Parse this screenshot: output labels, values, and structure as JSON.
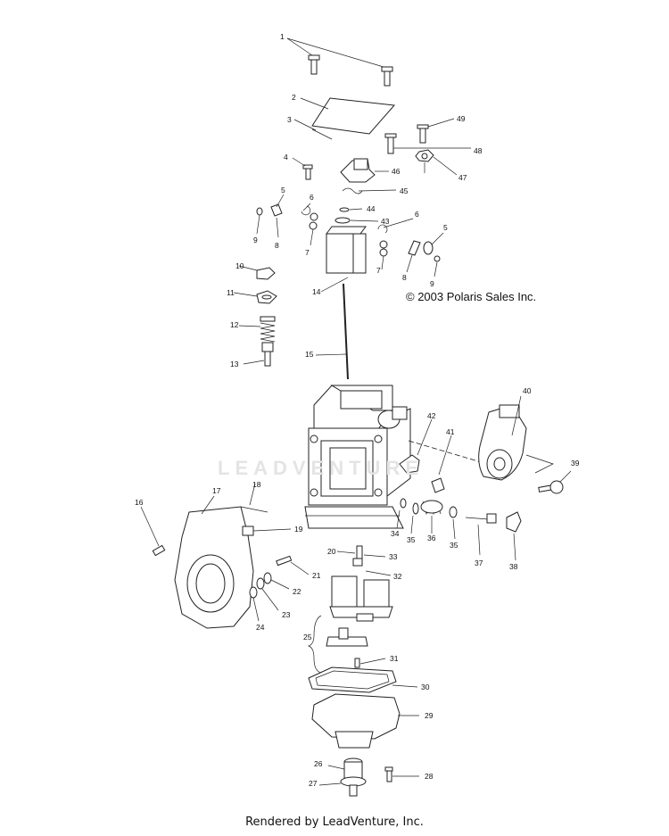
{
  "diagram": {
    "copyright": "© 2003 Polaris Sales Inc.",
    "watermark": "LEADVENTURE",
    "footer": "Rendered by LeadVenture, Inc.",
    "callouts": [
      "1",
      "2",
      "3",
      "4",
      "5",
      "6",
      "7",
      "8",
      "9",
      "10",
      "11",
      "12",
      "13",
      "14",
      "15",
      "16",
      "17",
      "18",
      "19",
      "20",
      "21",
      "22",
      "23",
      "24",
      "25",
      "26",
      "27",
      "28",
      "29",
      "30",
      "31",
      "32",
      "33",
      "34",
      "35",
      "36",
      "37",
      "38",
      "39",
      "40",
      "41",
      "42",
      "43",
      "44",
      "45",
      "46",
      "47",
      "48",
      "49",
      "5",
      "6",
      "7",
      "8",
      "9",
      "35"
    ]
  }
}
